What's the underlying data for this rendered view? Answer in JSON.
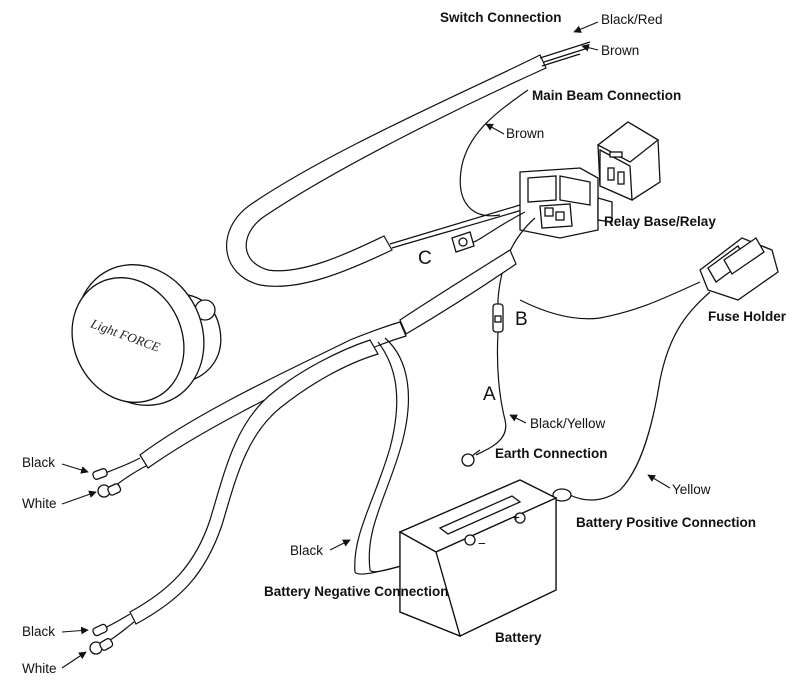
{
  "diagram": {
    "labels": {
      "switch_connection": "Switch Connection",
      "black_red": "Black/Red",
      "brown_top": "Brown",
      "main_beam_connection": "Main Beam Connection",
      "brown_mid": "Brown",
      "relay_base_relay": "Relay Base/Relay",
      "fuse_holder": "Fuse Holder",
      "letter_c": "C",
      "letter_b": "B",
      "letter_a": "A",
      "black_yellow": "Black/Yellow",
      "earth_connection": "Earth Connection",
      "yellow": "Yellow",
      "battery_positive_connection": "Battery Positive Connection",
      "black_mid": "Black",
      "battery_negative_connection": "Battery Negative Connection",
      "battery": "Battery",
      "black_upper_left": "Black",
      "white_upper_left": "White",
      "black_lower_left": "Black",
      "white_lower_left": "White"
    },
    "lamp_logo": "Light FORCE",
    "battery_marks": {
      "plus": "+",
      "minus": "−"
    }
  }
}
